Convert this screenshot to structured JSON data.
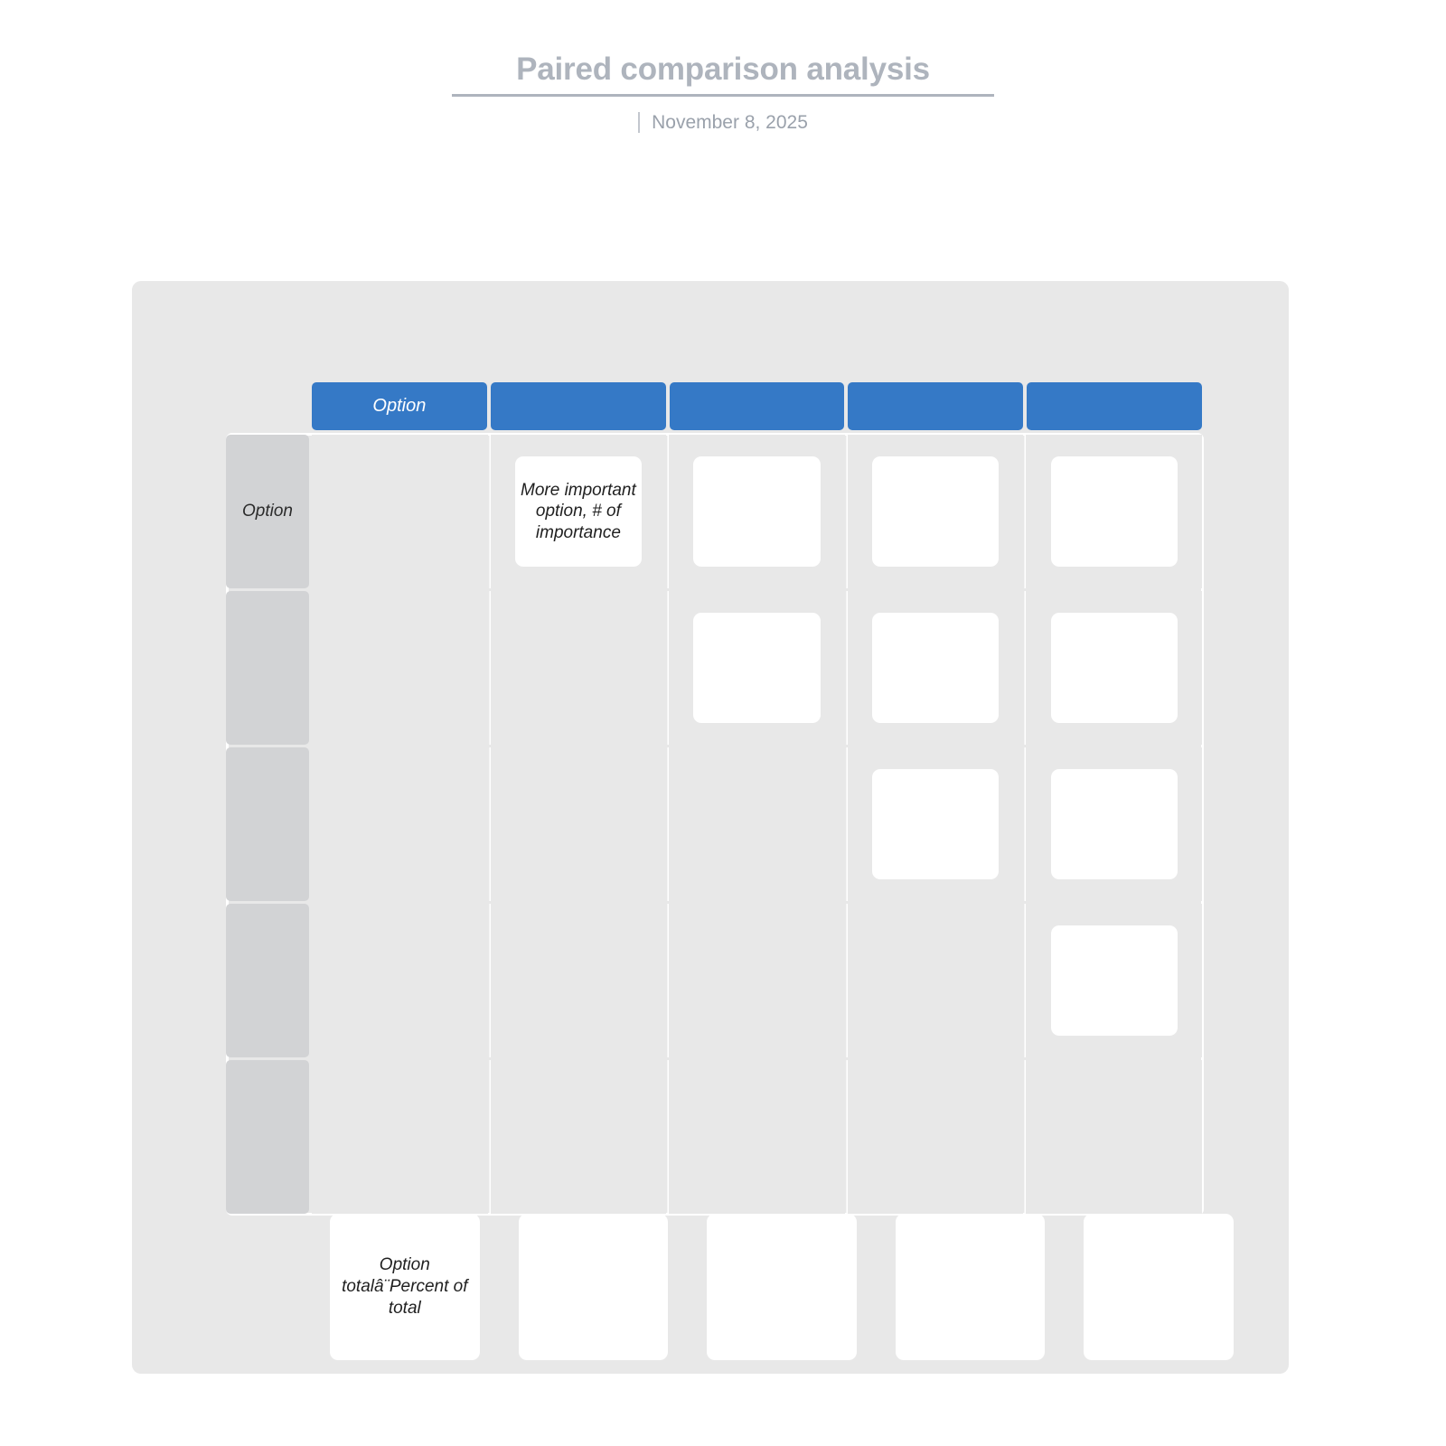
{
  "document": {
    "title": "Paired comparison analysis",
    "date": "November 8, 2025"
  },
  "matrix": {
    "column_headers": [
      "Option",
      "",
      "",
      "",
      ""
    ],
    "row_headers": [
      "Option",
      "",
      "",
      "",
      ""
    ],
    "rows": [
      {
        "cells": [
          "",
          "More important option, # of importance",
          "",
          "",
          ""
        ]
      },
      {
        "cells": [
          "",
          "",
          "",
          "",
          ""
        ]
      },
      {
        "cells": [
          "",
          "",
          "",
          "",
          ""
        ]
      },
      {
        "cells": [
          "",
          "",
          "",
          "",
          ""
        ]
      },
      {
        "cells": [
          "",
          "",
          "",
          "",
          ""
        ]
      }
    ]
  },
  "totals": {
    "label": "Option totalâ¨Percent of total",
    "values": [
      "",
      "",
      "",
      ""
    ]
  },
  "colors": {
    "header_blue": "#3579c6",
    "panel_grey": "#e8e8e8",
    "row_head_grey": "#d2d3d5",
    "title_grey": "#aeb4bd",
    "subtitle_grey": "#9aa1ab",
    "cell_white": "#ffffff"
  }
}
